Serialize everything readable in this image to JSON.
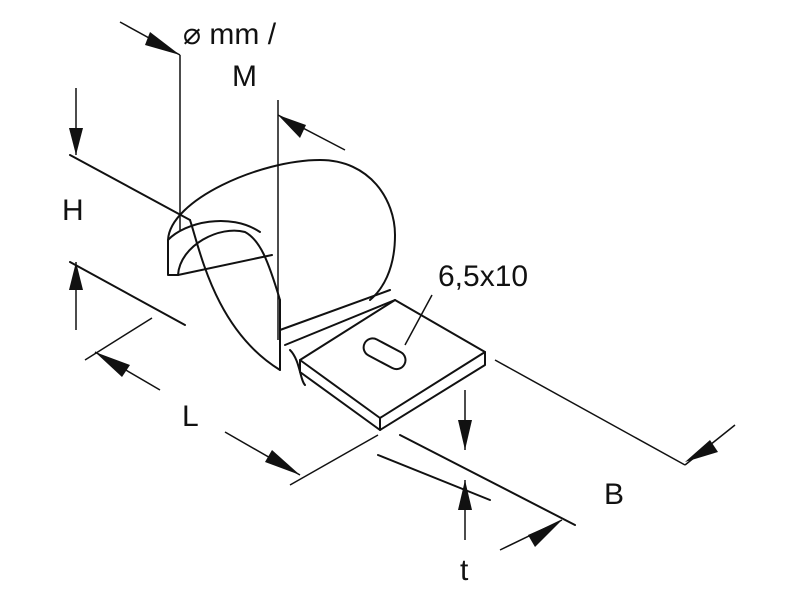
{
  "labels": {
    "diameter": "⌀ mm /",
    "thread": "M",
    "height": "H",
    "slot": "6,5x10",
    "length": "L",
    "width": "B",
    "thickness": "t"
  },
  "colors": {
    "ink": "#111111",
    "paper": "#ffffff"
  }
}
